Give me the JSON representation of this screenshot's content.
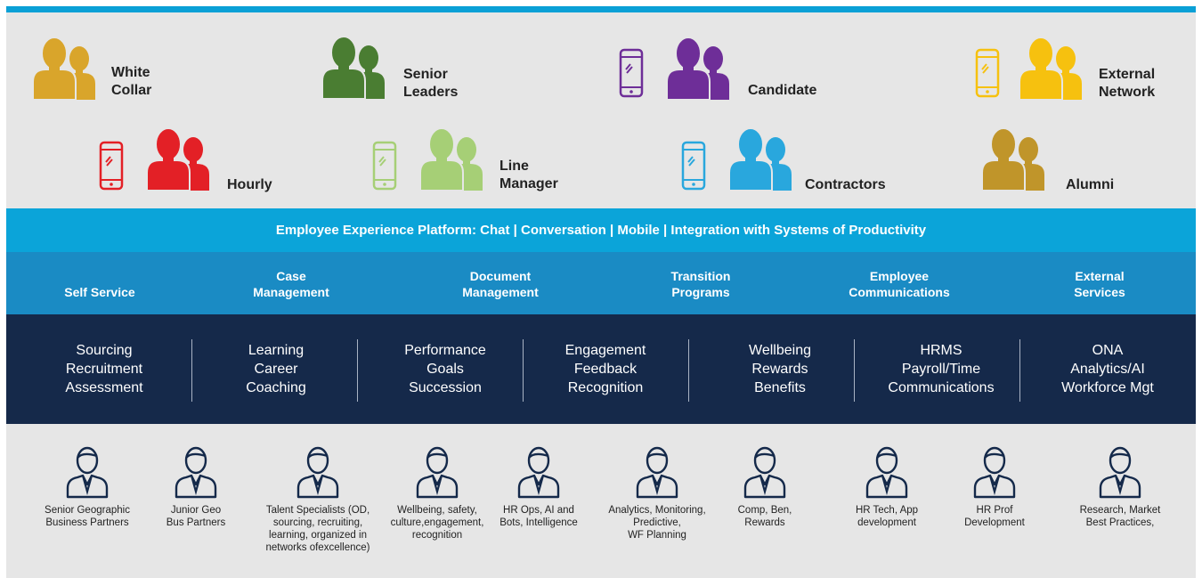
{
  "colors": {
    "accent": "#0aa0d6",
    "platform_band": "#0ba4d9",
    "services_band": "#1a8bc4",
    "domains_band": "#15294a",
    "role_icon": "#14294a"
  },
  "personas": [
    {
      "label": "White\nCollar",
      "color": "#d9a52b",
      "phone": false
    },
    {
      "label": "Senior\nLeaders",
      "color": "#4a7d32",
      "phone": false
    },
    {
      "label": "Candidate",
      "color": "#6e2e98",
      "phone": true
    },
    {
      "label": "External\nNetwork",
      "color": "#f6c10f",
      "phone": true
    },
    {
      "label": "Hourly",
      "color": "#e32026",
      "phone": true
    },
    {
      "label": "Line\nManager",
      "color": "#a6cf76",
      "phone": true
    },
    {
      "label": "Contractors",
      "color": "#29a7dd",
      "phone": true
    },
    {
      "label": "Alumni",
      "color": "#c0952a",
      "phone": false
    }
  ],
  "platform": {
    "title": "Employee Experience Platform:  Chat | Conversation | Mobile | Integration with Systems of Productivity"
  },
  "services": [
    "Self Service",
    "Case\nManagement",
    "Document\nManagement",
    "Transition\nPrograms",
    "Employee\nCommunications",
    "External\nServices"
  ],
  "domains": [
    "Sourcing\nRecruitment\nAssessment",
    "Learning\nCareer\nCoaching",
    "Performance\nGoals\nSuccession",
    "Engagement\nFeedback\nRecognition",
    "Wellbeing\nRewards\nBenefits",
    "HRMS\nPayroll/Time\nCommunications",
    "ONA\nAnalytics/AI\nWorkforce Mgt"
  ],
  "roles": [
    "Senior Geographic\nBusiness Partners",
    "Junior Geo\nBus Partners",
    "Talent Specialists (OD,\nsourcing, recruiting,\nlearning, organized in\nnetworks ofexcellence)",
    "Wellbeing, safety,\nculture,engagement,\nrecognition",
    "HR Ops, AI and\nBots, Intelligence",
    "Analytics, Monitoring,\nPredictive,\nWF Planning",
    "Comp, Ben,\nRewards",
    "HR Tech, App\ndevelopment",
    "HR Prof\nDevelopment",
    "Research, Market\nBest Practices,"
  ]
}
